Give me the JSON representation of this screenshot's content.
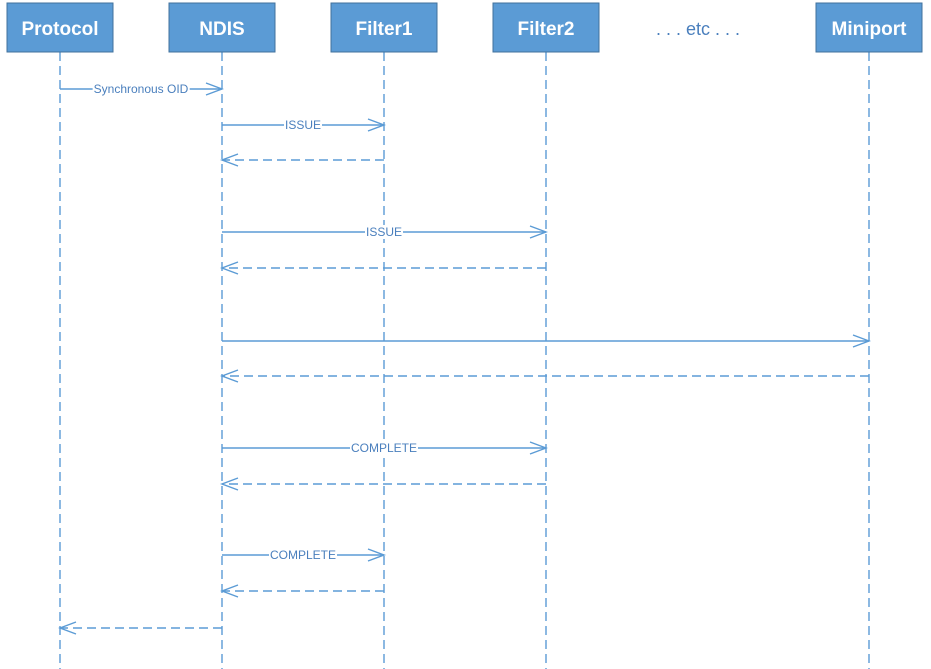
{
  "participants": [
    {
      "id": "protocol",
      "label": "Protocol"
    },
    {
      "id": "ndis",
      "label": "NDIS"
    },
    {
      "id": "filter1",
      "label": "Filter1"
    },
    {
      "id": "filter2",
      "label": "Filter2"
    },
    {
      "id": "etc",
      "label": ". . . etc . . ."
    },
    {
      "id": "miniport",
      "label": "Miniport"
    }
  ],
  "messages": [
    {
      "from": "protocol",
      "to": "ndis",
      "style": "solid",
      "label": "Synchronous OID"
    },
    {
      "from": "ndis",
      "to": "filter1",
      "style": "solid",
      "label": "ISSUE"
    },
    {
      "from": "filter1",
      "to": "ndis",
      "style": "dashed",
      "label": ""
    },
    {
      "from": "ndis",
      "to": "filter2",
      "style": "solid",
      "label": "ISSUE"
    },
    {
      "from": "filter2",
      "to": "ndis",
      "style": "dashed",
      "label": ""
    },
    {
      "from": "ndis",
      "to": "miniport",
      "style": "solid",
      "label": ""
    },
    {
      "from": "miniport",
      "to": "ndis",
      "style": "dashed",
      "label": ""
    },
    {
      "from": "ndis",
      "to": "filter2",
      "style": "solid",
      "label": "COMPLETE"
    },
    {
      "from": "filter2",
      "to": "ndis",
      "style": "dashed",
      "label": ""
    },
    {
      "from": "ndis",
      "to": "filter1",
      "style": "solid",
      "label": "COMPLETE"
    },
    {
      "from": "filter1",
      "to": "ndis",
      "style": "dashed",
      "label": ""
    },
    {
      "from": "ndis",
      "to": "protocol",
      "style": "dashed",
      "label": ""
    }
  ],
  "colors": {
    "header_fill": "#5b9bd5",
    "header_border": "#41719c",
    "line": "#5b9bd5",
    "label": "#4a7fbd"
  }
}
